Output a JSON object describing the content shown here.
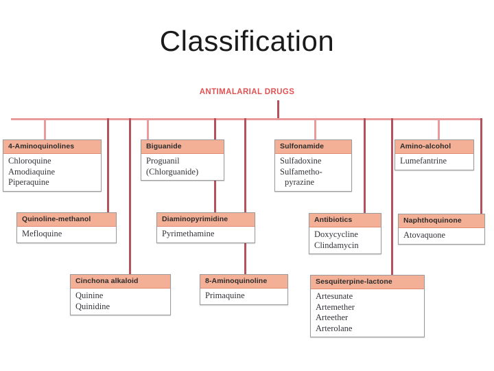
{
  "slide": {
    "title": "Classification",
    "root_label": "ANTIMALARIAL DRUGS",
    "colors": {
      "header_fill": "#f4b096",
      "connector": "#b5515a",
      "connector_soft": "#e99a9a",
      "root_text": "#e05252",
      "background": "#ffffff"
    }
  },
  "nodes": [
    {
      "id": "aminoquinolines-4",
      "header": "4-Aminoquinolines",
      "items": [
        "Chloroquine",
        "Amodiaquine",
        "Piperaquine"
      ]
    },
    {
      "id": "biguanide",
      "header": "Biguanide",
      "items": [
        "Proguanil",
        "(Chlorguanide)"
      ]
    },
    {
      "id": "sulfonamide",
      "header": "Sulfonamide",
      "items": [
        "Sulfadoxine",
        "Sulfametho-",
        "pyrazine"
      ]
    },
    {
      "id": "amino-alcohol",
      "header": "Amino-alcohol",
      "items": [
        "Lumefantrine"
      ]
    },
    {
      "id": "quinoline-methanol",
      "header": "Quinoline-methanol",
      "items": [
        "Mefloquine"
      ]
    },
    {
      "id": "diaminopyrimidine",
      "header": "Diaminopyrimidine",
      "items": [
        "Pyrimethamine"
      ]
    },
    {
      "id": "antibiotics",
      "header": "Antibiotics",
      "items": [
        "Doxycycline",
        "Clindamycin"
      ]
    },
    {
      "id": "naphthoquinone",
      "header": "Naphthoquinone",
      "items": [
        "Atovaquone"
      ]
    },
    {
      "id": "cinchona-alkaloid",
      "header": "Cinchona alkaloid",
      "items": [
        "Quinine",
        "Quinidine"
      ]
    },
    {
      "id": "aminoquinoline-8",
      "header": "8-Aminoquinoline",
      "items": [
        "Primaquine"
      ]
    },
    {
      "id": "sesquiterpine-lactone",
      "header": "Sesquiterpine-lactone",
      "items": [
        "Artesunate",
        "Artemether",
        "Arteether",
        "Arterolane"
      ]
    }
  ]
}
